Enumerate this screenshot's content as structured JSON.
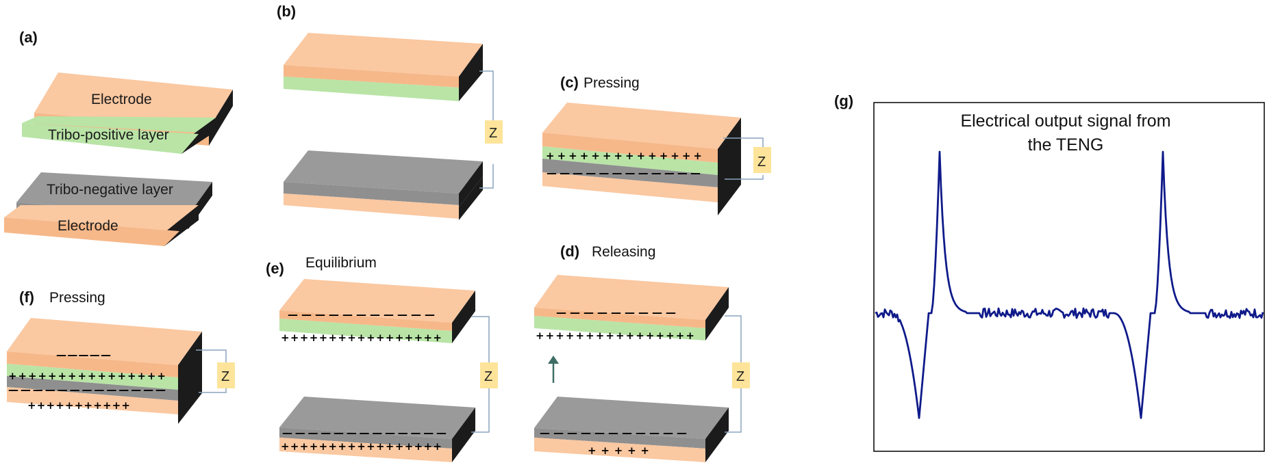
{
  "colors": {
    "electrode": "#fac8a1",
    "tribo_positive": "#b9e4a6",
    "tribo_negative": "#8f8f8f",
    "side_dark": "#1b1b1b",
    "z_box": "#fde49a",
    "wire": "#8aa4bf",
    "signal": "#0f1a8a",
    "arrow": "#3e6e66"
  },
  "panels": {
    "a": {
      "label": "(a)",
      "electrode_top": "Electrode",
      "tribo_positive": "Tribo-positive layer",
      "tribo_negative": "Tribo-negative layer",
      "electrode_bottom": "Electrode"
    },
    "b": {
      "label": "(b)",
      "z": "Z"
    },
    "c": {
      "label": "(c)",
      "title": "Pressing",
      "z": "Z"
    },
    "d": {
      "label": "(d)",
      "title": "Releasing",
      "z": "Z",
      "arrow_icon": "up-arrow-icon"
    },
    "e": {
      "label": "(e)",
      "title": "Equilibrium",
      "z": "Z"
    },
    "f": {
      "label": "(f)",
      "title": "Pressing",
      "z": "Z"
    },
    "g": {
      "label": "(g)",
      "title_line1": "Electrical output signal from",
      "title_line2": "the TENG"
    }
  },
  "signal": {
    "baseline": 0,
    "spike_count": 2,
    "negative_peak": -0.65,
    "positive_peak": 1.0
  }
}
